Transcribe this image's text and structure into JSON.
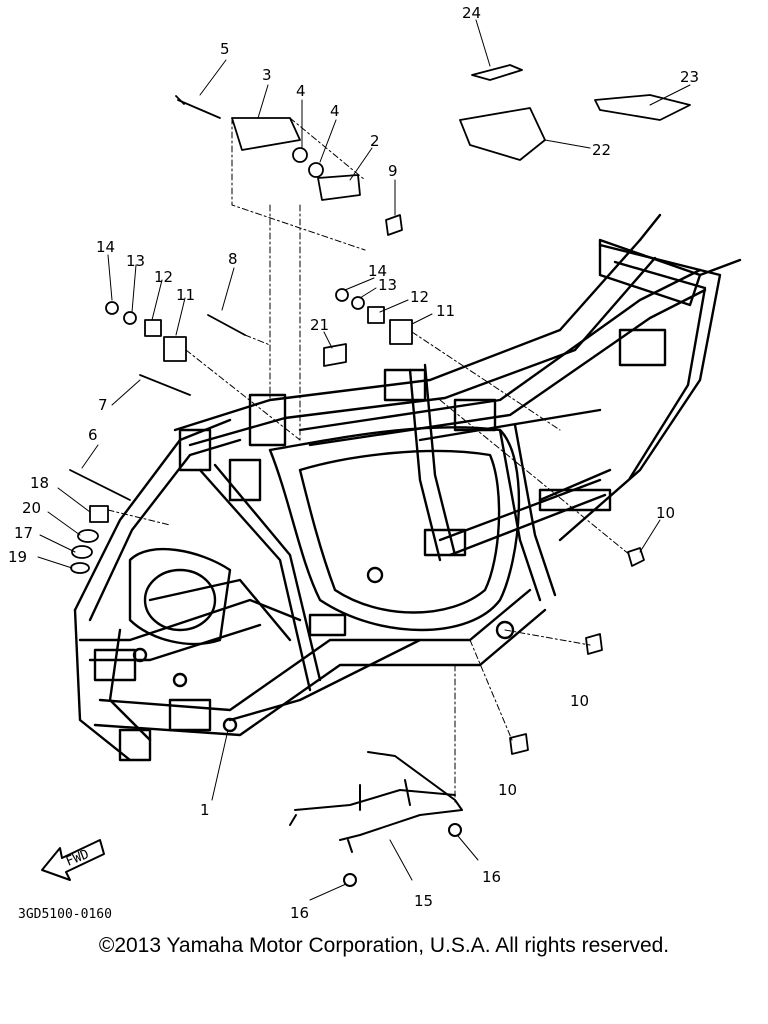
{
  "diagram": {
    "part_code": "3GD5100-0160",
    "fwd_label": "FWD",
    "callouts": {
      "c1": "1",
      "c2": "2",
      "c3": "3",
      "c4a": "4",
      "c4b": "4",
      "c5": "5",
      "c6": "6",
      "c7": "7",
      "c8": "8",
      "c9": "9",
      "c10a": "10",
      "c10b": "10",
      "c10c": "10",
      "c11a": "11",
      "c11b": "11",
      "c12a": "12",
      "c12b": "12",
      "c13a": "13",
      "c13b": "13",
      "c14a": "14",
      "c14b": "14",
      "c15": "15",
      "c16a": "16",
      "c16b": "16",
      "c17": "17",
      "c18": "18",
      "c19": "19",
      "c20": "20",
      "c21": "21",
      "c22": "22",
      "c23": "23",
      "c24": "24"
    }
  },
  "footer": {
    "copyright": "©2013 Yamaha Motor Corporation, U.S.A. All rights reserved."
  }
}
